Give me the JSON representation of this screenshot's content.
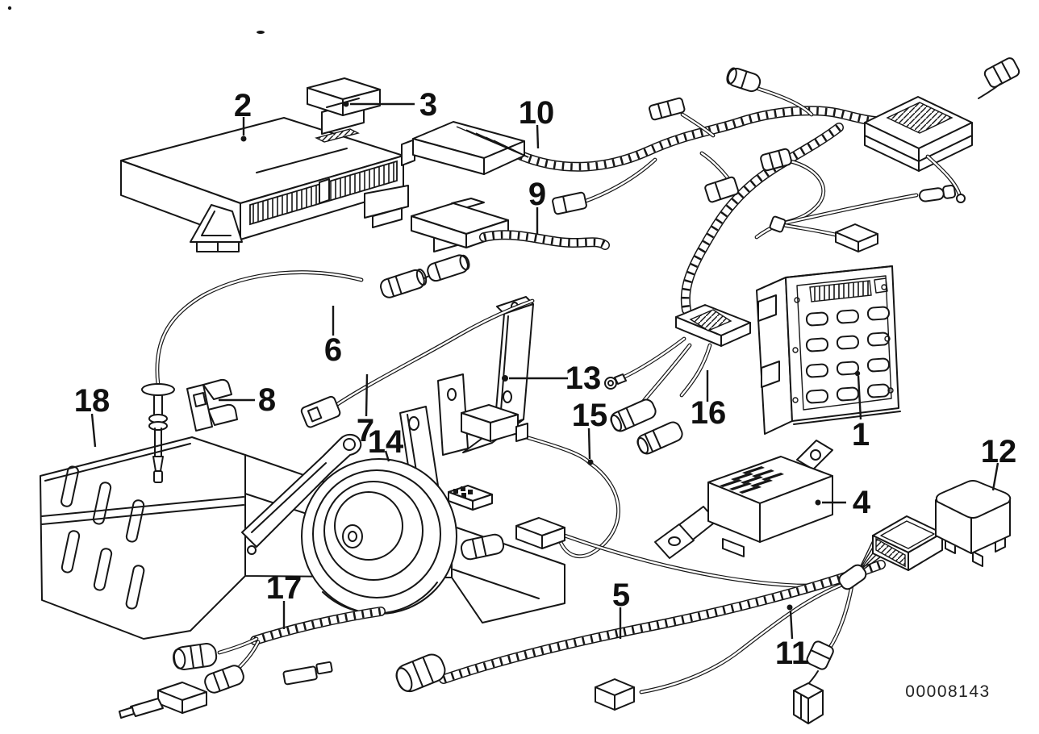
{
  "diagram": {
    "kind": "exploded-parts-diagram",
    "drawing_number": "00008143",
    "line_color": "#161616",
    "background_color": "#ffffff"
  },
  "callouts": [
    {
      "number": "1",
      "part": "alarm-control-keypad-unit"
    },
    {
      "number": "2",
      "part": "control-module-box"
    },
    {
      "number": "3",
      "part": "connector-plug"
    },
    {
      "number": "4",
      "part": "relay-module-with-bracket"
    },
    {
      "number": "5",
      "part": "wiring-lead"
    },
    {
      "number": "6",
      "part": "sensor-cable-with-plunger"
    },
    {
      "number": "7",
      "part": "cable-lead"
    },
    {
      "number": "8",
      "part": "retaining-clip"
    },
    {
      "number": "9",
      "part": "adapter-lead"
    },
    {
      "number": "10",
      "part": "main-wiring-harness"
    },
    {
      "number": "11",
      "part": "harness-with-connectors"
    },
    {
      "number": "12",
      "part": "relay"
    },
    {
      "number": "13",
      "part": "mounting-bracket"
    },
    {
      "number": "14",
      "part": "horn-bracket-strip"
    },
    {
      "number": "15",
      "part": "switch-with-lead"
    },
    {
      "number": "16",
      "part": "branch-lead-with-plugs"
    },
    {
      "number": "17",
      "part": "horn-lead"
    },
    {
      "number": "18",
      "part": "protective-shield-bracket"
    }
  ]
}
